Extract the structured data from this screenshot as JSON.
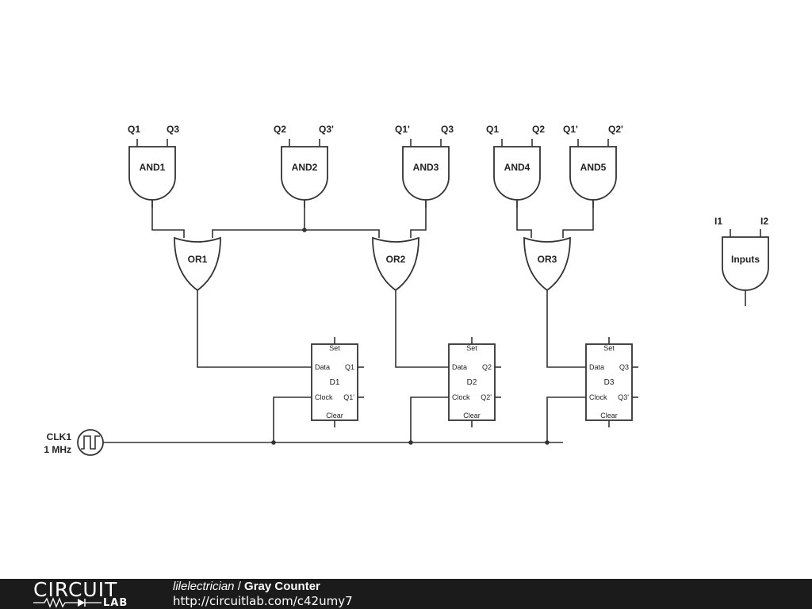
{
  "circuit": {
    "and_gates": [
      {
        "id": "AND1",
        "inputs": [
          "Q1",
          "Q3"
        ]
      },
      {
        "id": "AND2",
        "inputs": [
          "Q2",
          "Q3'"
        ]
      },
      {
        "id": "AND3",
        "inputs": [
          "Q1'",
          "Q3"
        ]
      },
      {
        "id": "AND4",
        "inputs": [
          "Q1",
          "Q2"
        ]
      },
      {
        "id": "AND5",
        "inputs": [
          "Q1'",
          "Q2'"
        ]
      }
    ],
    "or_gates": [
      "OR1",
      "OR2",
      "OR3"
    ],
    "inputs_block": {
      "label": "Inputs",
      "pins": [
        "I1",
        "I2"
      ]
    },
    "flip_flops": [
      {
        "name": "D1",
        "set": "Set",
        "data": "Data",
        "clock": "Clock",
        "clear": "Clear",
        "q": "Q1",
        "qbar": "Q1'"
      },
      {
        "name": "D2",
        "set": "Set",
        "data": "Data",
        "clock": "Clock",
        "clear": "Clear",
        "q": "Q2",
        "qbar": "Q2'"
      },
      {
        "name": "D3",
        "set": "Set",
        "data": "Data",
        "clock": "Clock",
        "clear": "Clear",
        "q": "Q3",
        "qbar": "Q3'"
      }
    ],
    "clock": {
      "name": "CLK1",
      "frequency": "1 MHz"
    }
  },
  "footer": {
    "logo_top": "CIRCUIT",
    "logo_bottom": "LAB",
    "author": "lilelectrician",
    "separator": " / ",
    "title": "Gray Counter",
    "url": "http://circuitlab.com/c42umy7"
  }
}
